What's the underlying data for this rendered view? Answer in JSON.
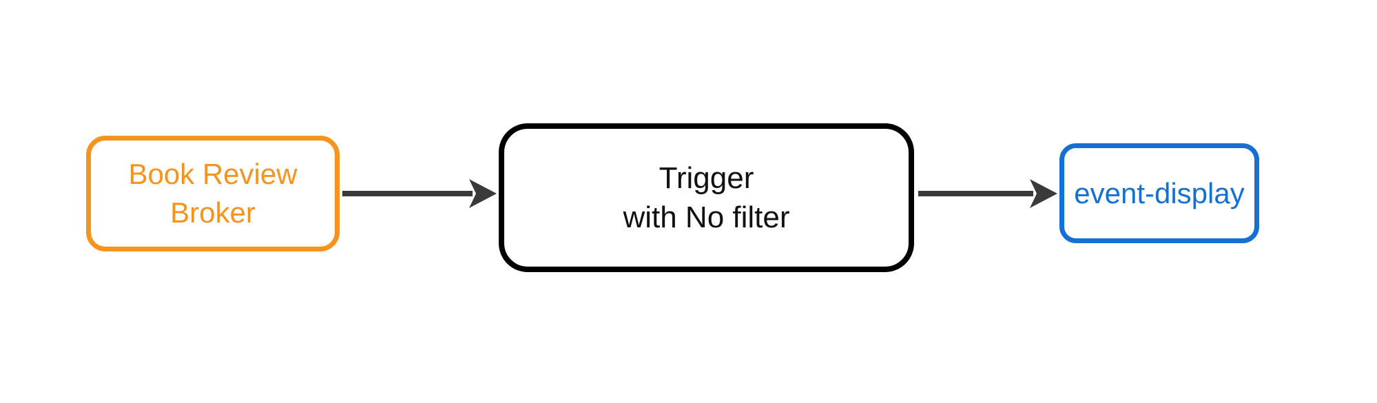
{
  "diagram": {
    "type": "flow",
    "background_color": "#ffffff",
    "arrow_color": "#3a3a3a",
    "nodes": [
      {
        "id": "book-review-broker",
        "lines": {
          "0": "Book Review",
          "1": "Broker"
        },
        "color": "#f4941f",
        "border_color": "#f4941f"
      },
      {
        "id": "trigger-with-no-filter",
        "lines": {
          "0": "Trigger",
          "1": "with No filter"
        },
        "color": "#111111",
        "border_color": "#000000"
      },
      {
        "id": "event-display",
        "lines": {
          "0": "event-display"
        },
        "color": "#1670d1",
        "border_color": "#1670d1"
      }
    ],
    "edges": [
      {
        "from": "book-review-broker",
        "to": "trigger-with-no-filter"
      },
      {
        "from": "trigger-with-no-filter",
        "to": "event-display"
      }
    ]
  }
}
